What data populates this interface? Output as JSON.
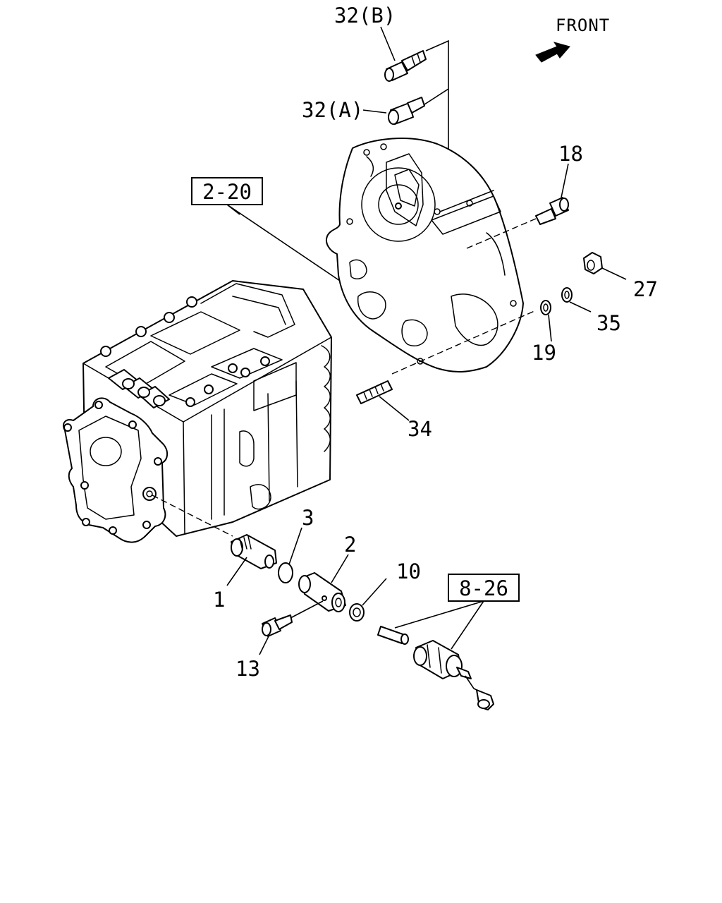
{
  "front_label": "FRONT",
  "ref_boxes": {
    "upper": "2-20",
    "lower": "8-26"
  },
  "callouts": {
    "c32b": "32(B)",
    "c32a": "32(A)",
    "c18": "18",
    "c27": "27",
    "c35": "35",
    "c19": "19",
    "c34": "34",
    "c3": "3",
    "c2": "2",
    "c10": "10",
    "c1": "1",
    "c13": "13"
  },
  "icons": {
    "front_arrow": "front-direction-arrow-icon"
  }
}
